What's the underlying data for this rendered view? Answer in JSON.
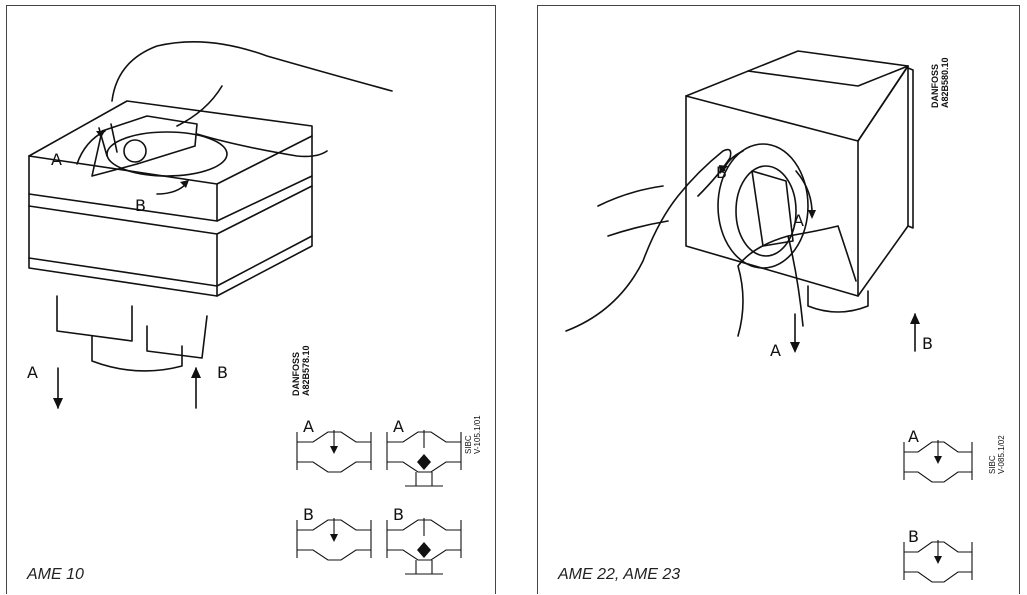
{
  "panels": [
    {
      "caption": "AME 10",
      "rotation_labels": {
        "a": "A",
        "b": "B"
      },
      "direction_labels": {
        "a": "A",
        "b": "B"
      },
      "drawing_code": [
        "DANFOSS",
        "A82B578.10"
      ],
      "sibc_code": [
        "SIBC",
        "V-105.1/01"
      ],
      "valve_symbols": [
        {
          "label": "A",
          "kind": "2-way"
        },
        {
          "label": "A",
          "kind": "3-way"
        },
        {
          "label": "B",
          "kind": "2-way"
        },
        {
          "label": "B",
          "kind": "3-way"
        }
      ]
    },
    {
      "caption": "AME 22, AME 23",
      "rotation_labels": {
        "a": "A",
        "b": "B"
      },
      "direction_labels": {
        "a": "A",
        "b": "B"
      },
      "drawing_code": [
        "DANFOSS",
        "A82B580.10"
      ],
      "sibc_code": [
        "SIBC",
        "V-085.1/02"
      ],
      "valve_symbols": [
        {
          "label": "A",
          "kind": "2-way"
        },
        {
          "label": "B",
          "kind": "2-way"
        }
      ]
    }
  ]
}
